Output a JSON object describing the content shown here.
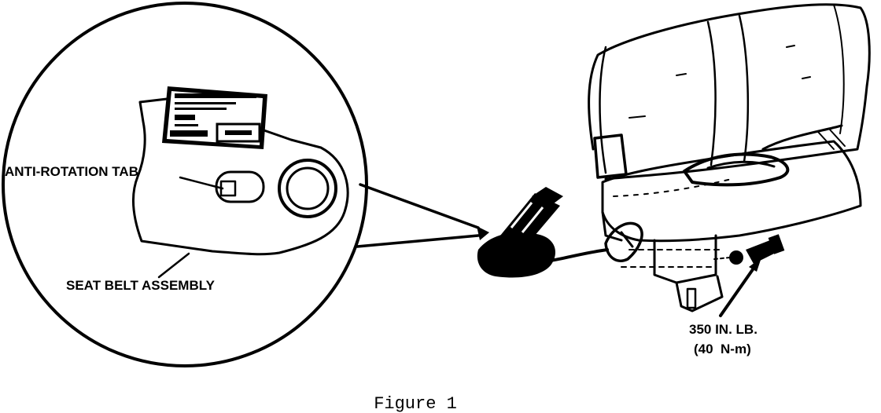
{
  "labels": {
    "anti_rotation_tab": "ANTI-ROTATION TAB",
    "seat_belt_assembly": "SEAT BELT ASSEMBLY",
    "torque_line1": "350 IN. LB.",
    "torque_line2": "(40  N-m)"
  },
  "caption": "Figure 1",
  "colors": {
    "ink": "#000000",
    "paper": "#ffffff"
  }
}
